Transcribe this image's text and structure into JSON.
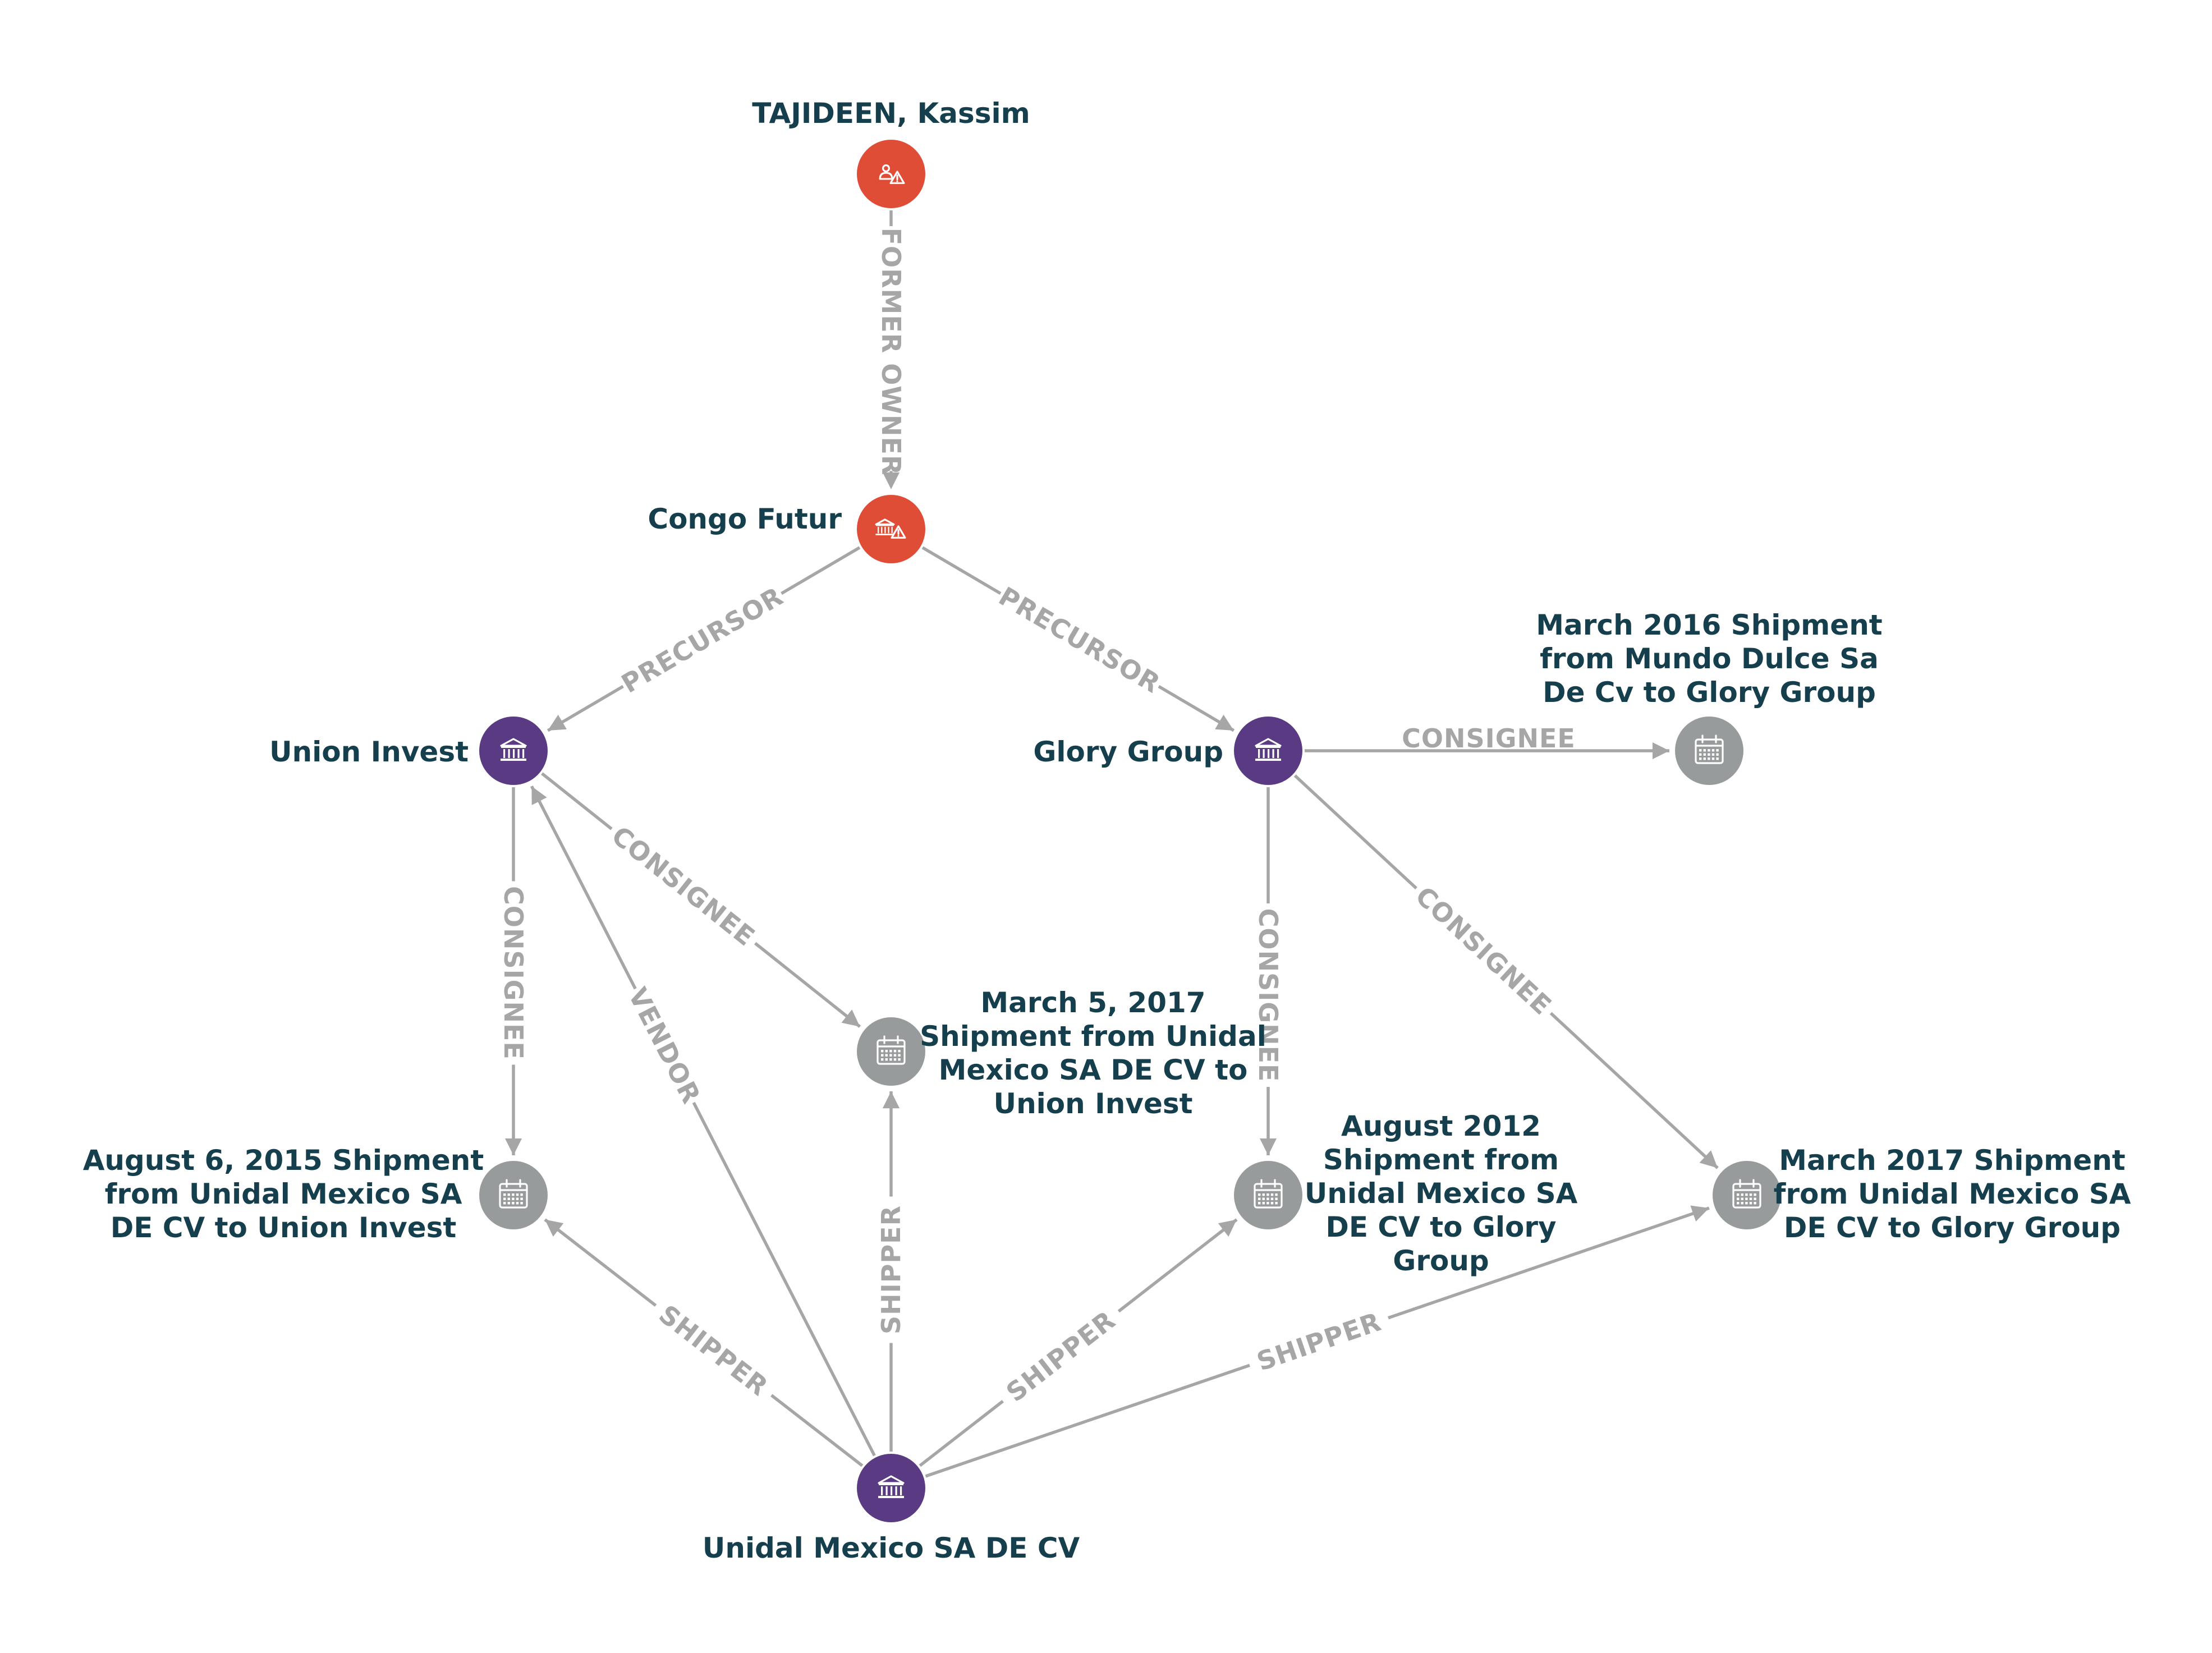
{
  "colors": {
    "sanctioned": "#e04d37",
    "company": "#5a3a82",
    "event": "#979b9b",
    "edge": "#a6a6a6",
    "label": "#163f4e"
  },
  "nodes": [
    {
      "id": "tajideen",
      "kind": "sanctioned-person",
      "icon": "person-warning-icon",
      "label_lines": [
        "TAJIDEEN, Kassim"
      ]
    },
    {
      "id": "congo",
      "kind": "sanctioned-company",
      "icon": "bank-warning-icon",
      "label_lines": [
        "Congo Futur"
      ]
    },
    {
      "id": "union",
      "kind": "company",
      "icon": "bank-icon",
      "label_lines": [
        "Union Invest"
      ]
    },
    {
      "id": "glory",
      "kind": "company",
      "icon": "bank-icon",
      "label_lines": [
        "Glory Group"
      ]
    },
    {
      "id": "march2016",
      "kind": "event",
      "icon": "calendar-icon",
      "label_lines": [
        "March 2016 Shipment",
        "from Mundo Dulce Sa",
        "De Cv to Glory Group"
      ]
    },
    {
      "id": "march5",
      "kind": "event",
      "icon": "calendar-icon",
      "label_lines": [
        "March 5, 2017",
        "Shipment from Unidal",
        "Mexico SA DE CV to",
        "Union Invest"
      ]
    },
    {
      "id": "aug2015",
      "kind": "event",
      "icon": "calendar-icon",
      "label_lines": [
        "August 6, 2015 Shipment",
        "from Unidal Mexico SA",
        "DE CV to Union Invest"
      ]
    },
    {
      "id": "aug2012",
      "kind": "event",
      "icon": "calendar-icon",
      "label_lines": [
        "August 2012",
        "Shipment from",
        "Unidal Mexico SA",
        "DE CV to Glory",
        "Group"
      ]
    },
    {
      "id": "march2017",
      "kind": "event",
      "icon": "calendar-icon",
      "label_lines": [
        "March 2017 Shipment",
        "from Unidal Mexico SA",
        "DE CV to Glory Group"
      ]
    },
    {
      "id": "unidal",
      "kind": "company",
      "icon": "bank-icon",
      "label_lines": [
        "Unidal Mexico SA DE CV"
      ]
    }
  ],
  "edges": [
    {
      "id": "e-former-owner",
      "from": "tajideen",
      "to": "congo",
      "label": "FORMER OWNER",
      "dashed": true
    },
    {
      "id": "e-precursor-union",
      "from": "congo",
      "to": "union",
      "label": "PRECURSOR"
    },
    {
      "id": "e-precursor-glory",
      "from": "congo",
      "to": "glory",
      "label": "PRECURSOR"
    },
    {
      "id": "e-consignee-march2016",
      "from": "glory",
      "to": "march2016",
      "label": "CONSIGNEE"
    },
    {
      "id": "e-consignee-aug2012",
      "from": "glory",
      "to": "aug2012",
      "label": "CONSIGNEE"
    },
    {
      "id": "e-consignee-march2017",
      "from": "glory",
      "to": "march2017",
      "label": "CONSIGNEE"
    },
    {
      "id": "e-consignee-march5",
      "from": "union",
      "to": "march5",
      "label": "CONSIGNEE"
    },
    {
      "id": "e-consignee-aug2015",
      "from": "union",
      "to": "aug2015",
      "label": "CONSIGNEE"
    },
    {
      "id": "e-vendor",
      "from": "unidal",
      "to": "union",
      "label": "VENDOR"
    },
    {
      "id": "e-shipper-aug2015",
      "from": "unidal",
      "to": "aug2015",
      "label": "SHIPPER"
    },
    {
      "id": "e-shipper-march5",
      "from": "unidal",
      "to": "march5",
      "label": "SHIPPER"
    },
    {
      "id": "e-shipper-aug2012",
      "from": "unidal",
      "to": "aug2012",
      "label": "SHIPPER"
    },
    {
      "id": "e-shipper-march2017",
      "from": "unidal",
      "to": "march2017",
      "label": "SHIPPER"
    }
  ]
}
